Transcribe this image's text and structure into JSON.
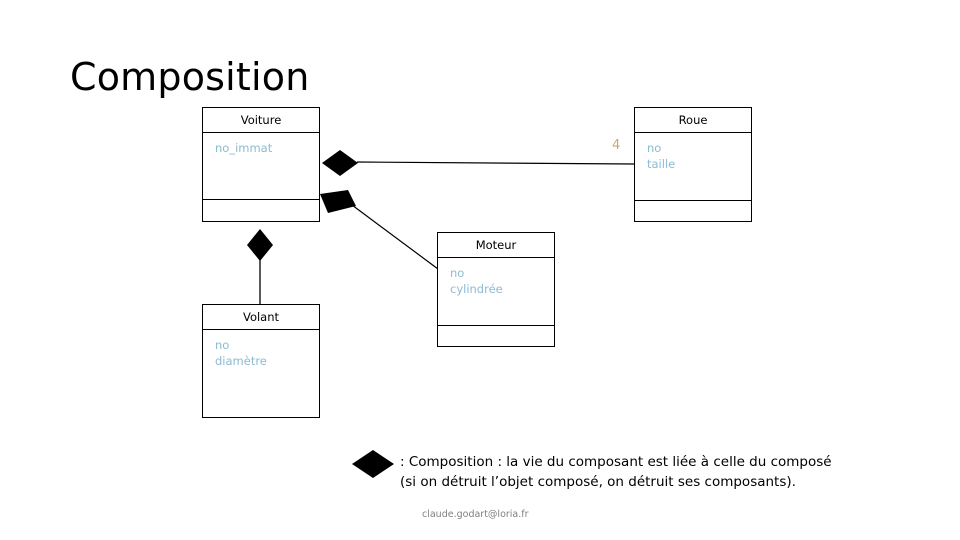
{
  "slide": {
    "title": "Composition",
    "background_color": "#FFFFFF"
  },
  "colors": {
    "attribute_text": "#8CBBD0",
    "multiplicity_text": "#C9A87C",
    "line": "#000000",
    "diamond_fill": "#000000",
    "title_text": "#000000",
    "footer_text": "#808080"
  },
  "classes": [
    {
      "id": "voiture",
      "name": "Voiture",
      "attributes": [
        "no_immat"
      ],
      "has_operations_compartment": true,
      "operations": []
    },
    {
      "id": "roue",
      "name": "Roue",
      "attributes": [
        "no",
        "taille"
      ],
      "has_operations_compartment": true,
      "operations": []
    },
    {
      "id": "moteur",
      "name": "Moteur",
      "attributes": [
        "no",
        "cylindrée"
      ],
      "has_operations_compartment": true,
      "operations": []
    },
    {
      "id": "volant",
      "name": "Volant",
      "attributes": [
        "no",
        "diamètre"
      ],
      "has_operations_compartment": false,
      "operations": []
    }
  ],
  "associations": [
    {
      "id": "voiture-roue",
      "type": "composition",
      "from": "Voiture",
      "to": "Roue",
      "diamond_end": "Voiture",
      "multiplicity_at_target": "4"
    },
    {
      "id": "voiture-moteur",
      "type": "composition",
      "from": "Voiture",
      "to": "Moteur",
      "diamond_end": "Voiture",
      "multiplicity_at_target": ""
    },
    {
      "id": "voiture-volant",
      "type": "composition",
      "from": "Voiture",
      "to": "Volant",
      "diamond_end": "Voiture",
      "multiplicity_at_target": ""
    }
  ],
  "legend": {
    "symbol": "filled-diamond",
    "line_1": ": Composition : la vie du composant est liée à celle du composé",
    "line_2": "(si on détruit l’objet composé, on détruit ses composants)."
  },
  "footer": {
    "email": "claude.godart@loria.fr"
  }
}
